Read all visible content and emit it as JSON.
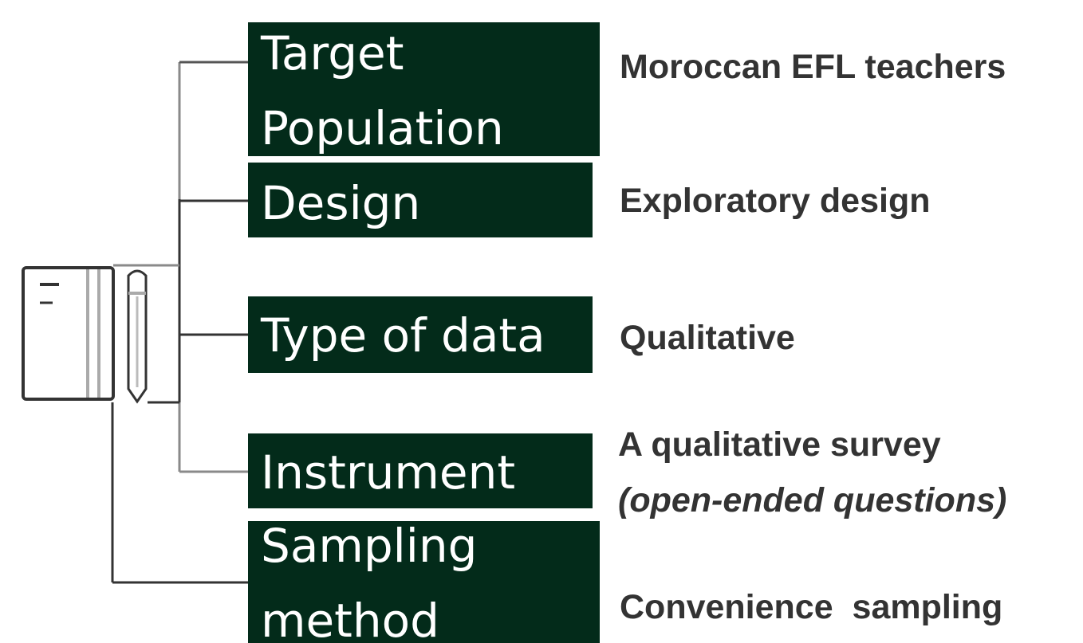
{
  "items": [
    {
      "label_lines": [
        "Target",
        "Population"
      ],
      "description": "Moroccan EFL teachers",
      "description_note": ""
    },
    {
      "label_lines": [
        "Design",
        ""
      ],
      "description": "Exploratory design",
      "description_note": ""
    },
    {
      "label_lines": [
        "Type of data",
        ""
      ],
      "description": "Qualitative",
      "description_note": ""
    },
    {
      "label_lines": [
        "Instrument",
        ""
      ],
      "description": "A qualitative survey",
      "description_note": "(open-ended questions)"
    },
    {
      "label_lines": [
        "Sampling",
        "method"
      ],
      "description": "Convenience  sampling",
      "description_note": ""
    }
  ],
  "colors": {
    "box": "#032b1a",
    "box_text": "#ffffff",
    "description_text": "#333333",
    "connector_dark": "#333333",
    "connector_light": "#8a8a8a"
  },
  "icon": "notebook-pencil-icon"
}
